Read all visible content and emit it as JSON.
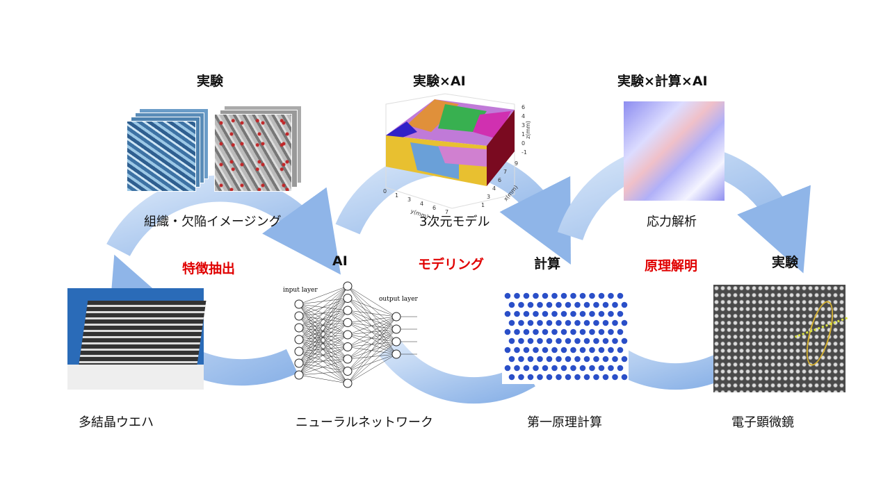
{
  "headings": {
    "experiment1": "実験",
    "experiment_ai": "実験×AI",
    "experiment_calc_ai": "実験×計算×AI",
    "ai": "AI",
    "calc": "計算",
    "experiment2": "実験"
  },
  "processes": {
    "feature_extraction": "特徴抽出",
    "modeling": "モデリング",
    "principle": "原理解明"
  },
  "captions": {
    "imaging": "組織・欠陥イメージング",
    "model3d": "3次元モデル",
    "stress": "応力解析",
    "wafer": "多結晶ウエハ",
    "nn": "ニューラルネットワーク",
    "first_principles": "第一原理計算",
    "microscope": "電子顕微鏡"
  },
  "nn_labels": {
    "input": "input layer",
    "output": "output layer"
  },
  "plot3d": {
    "z_label": "z(mm)",
    "x_label": "x(mm)",
    "y_label": "y(mm)",
    "z_ticks": [
      "6",
      "4",
      "3",
      "1",
      "0",
      "-1"
    ],
    "y_ticks": [
      "0",
      "1",
      "3",
      "4",
      "6",
      "7"
    ],
    "x_ticks": [
      "1",
      "3",
      "4",
      "6",
      "7",
      "9"
    ]
  },
  "colors": {
    "arrow": "#8fb5e8",
    "accent_red": "#e00000",
    "atom": "#2a4fc8"
  }
}
